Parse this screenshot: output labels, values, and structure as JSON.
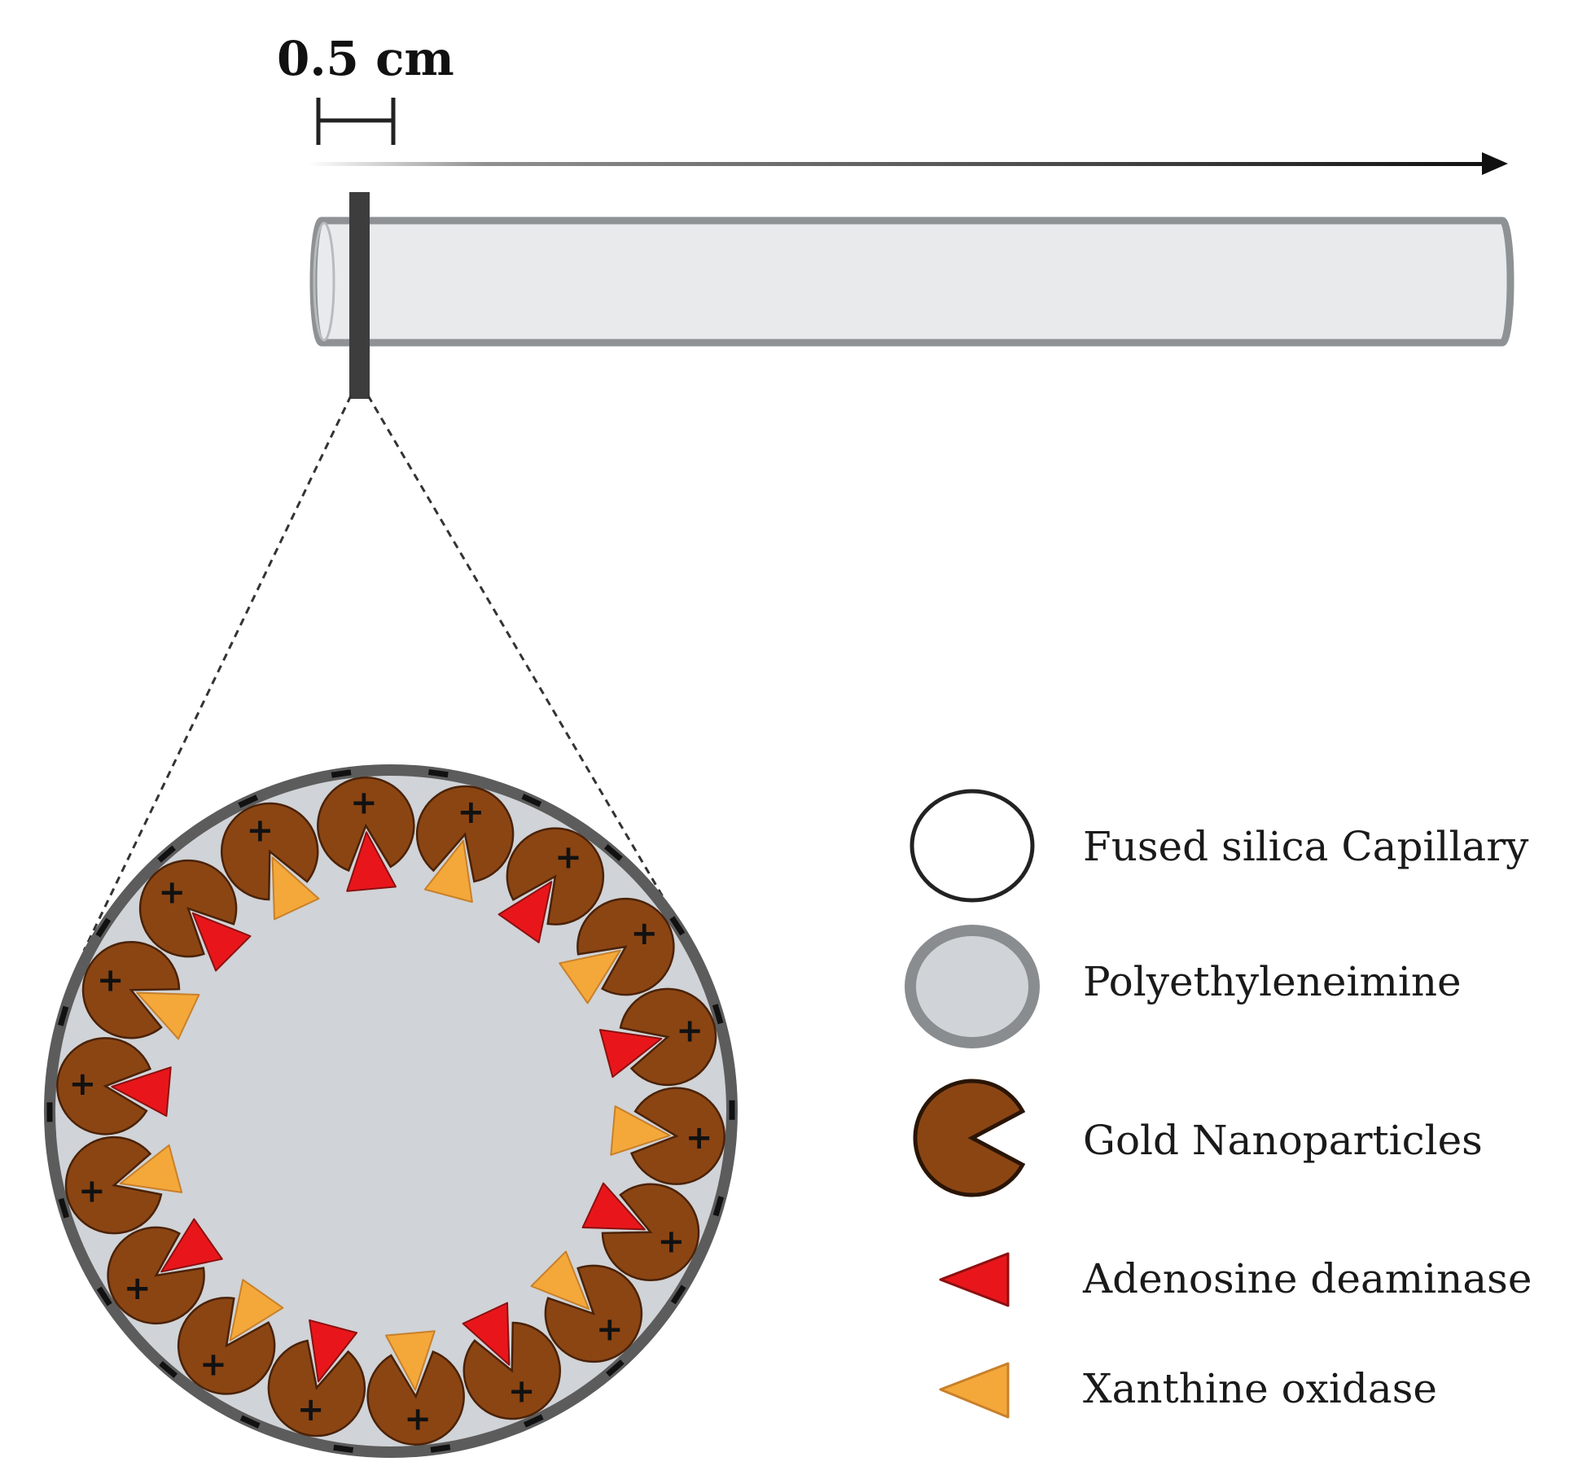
{
  "scale_bar": {
    "label": "0.5 cm"
  },
  "legend": [
    {
      "id": "capillary",
      "label": "Fused silica Capillary",
      "icon": "open-circle-icon"
    },
    {
      "id": "pei",
      "label": "Polyethyleneimine",
      "icon": "gray-ring-icon"
    },
    {
      "id": "aunp",
      "label": "Gold Nanoparticles",
      "icon": "brown-pacman-icon"
    },
    {
      "id": "ada",
      "label": "Adenosine deaminase",
      "icon": "red-triangle-icon"
    },
    {
      "id": "xo",
      "label": "Xanthine oxidase",
      "icon": "orange-triangle-icon"
    }
  ],
  "charges": {
    "positive": "+",
    "negative": "−"
  },
  "colors": {
    "gold_np": "#8B4513",
    "gold_np_stroke": "#4a2208",
    "adenosine_deaminase": "#E8161B",
    "xanthine_oxidase": "#F4A83A",
    "pei_fill": "#D0D3D7",
    "capillary_wall": "#5c5c5c",
    "tube_fill": "#E8EAEC",
    "tube_stroke": "#8e9294"
  }
}
